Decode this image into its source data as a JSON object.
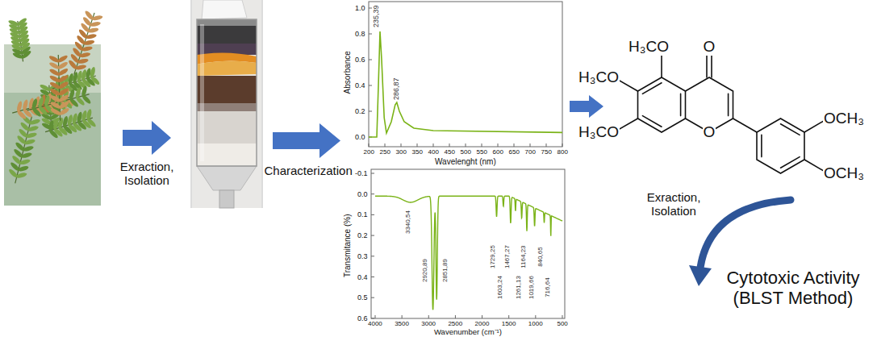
{
  "diagram": {
    "labels": [
      "Exraction, Isolation",
      "Characterization",
      "1.0",
      "0.8",
      "0.6",
      "0.4",
      "0.2",
      "0.0",
      "Absorbance",
      "235,39",
      "286,87",
      "200",
      "250",
      "300",
      "350",
      "400",
      "450",
      "500",
      "550",
      "600",
      "650",
      "700",
      "750",
      "800",
      "Wavelenght (nm)",
      "-0.1",
      "0.0",
      "0.1",
      "0.2",
      "0.3",
      "0.4",
      "0.5",
      "0.6",
      "Transmitance (%)",
      "3340,54",
      "2920,89",
      "2851,89",
      "1729,25",
      "1603,24",
      "1467,27",
      "1261,13",
      "1164,23",
      "1019,66",
      "840,65",
      "716,64",
      "4000",
      "3500",
      "3000",
      "2500",
      "2000",
      "1500",
      "1000",
      "500",
      "Wavenumber (cm⁻¹)",
      "H₃CO",
      "O",
      "H₃CO",
      "H₃CO",
      "O",
      "OCH₃",
      "OCH₃",
      "Exraction, Isolation",
      "Cytotoxic Activity (BLST Method)"
    ]
  }
}
